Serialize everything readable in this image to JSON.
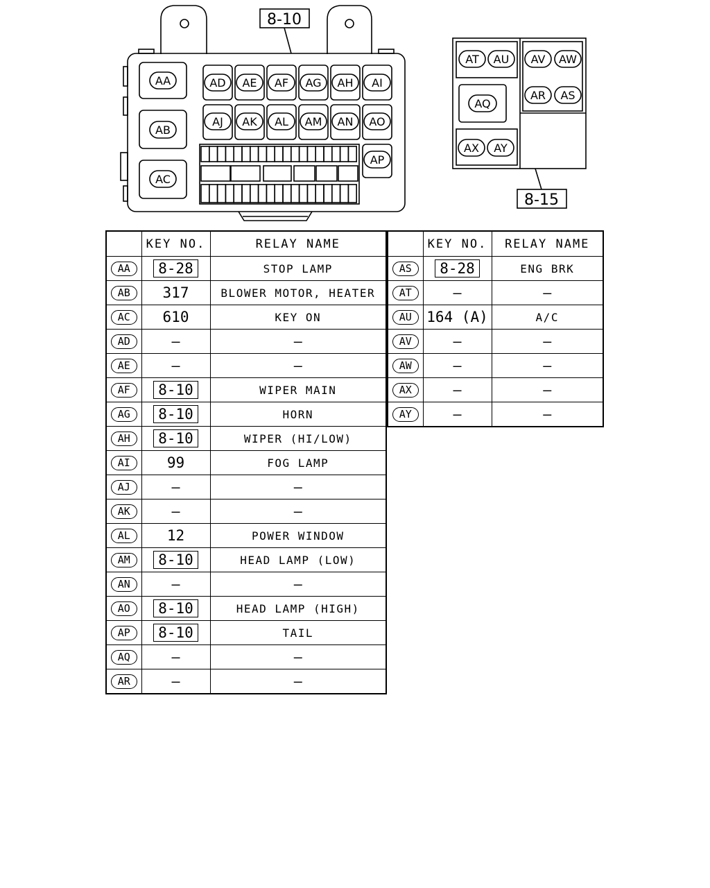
{
  "diagram": {
    "main_box_callout": "8-10",
    "aux_box_callout": "8-15",
    "main_box_labels": {
      "left_column": [
        "AA",
        "AB",
        "AC"
      ],
      "top_row": [
        "AD",
        "AE",
        "AF",
        "AG",
        "AH",
        "AI"
      ],
      "middle_row": [
        "AJ",
        "AK",
        "AL",
        "AM",
        "AN",
        "AO"
      ],
      "right_single": "AP"
    },
    "aux_box_labels": {
      "top_left": [
        "AT",
        "AU"
      ],
      "top_right": [
        "AV",
        "AW"
      ],
      "mid_right": [
        "AR",
        "AS"
      ],
      "center": "AQ",
      "bottom_left": [
        "AX",
        "AY"
      ]
    }
  },
  "table": {
    "headers": {
      "key_no": "KEY NO.",
      "relay_name": "RELAY NAME"
    },
    "left_rows": [
      {
        "code": "AA",
        "key": "8-28",
        "key_boxed": true,
        "name": "STOP LAMP"
      },
      {
        "code": "AB",
        "key": "317",
        "key_boxed": false,
        "name": "BLOWER MOTOR, HEATER"
      },
      {
        "code": "AC",
        "key": "610",
        "key_boxed": false,
        "name": "KEY ON"
      },
      {
        "code": "AD",
        "key": "—",
        "key_boxed": false,
        "name": "—"
      },
      {
        "code": "AE",
        "key": "—",
        "key_boxed": false,
        "name": "—"
      },
      {
        "code": "AF",
        "key": "8-10",
        "key_boxed": true,
        "name": "WIPER MAIN"
      },
      {
        "code": "AG",
        "key": "8-10",
        "key_boxed": true,
        "name": "HORN"
      },
      {
        "code": "AH",
        "key": "8-10",
        "key_boxed": true,
        "name": "WIPER (HI/LOW)"
      },
      {
        "code": "AI",
        "key": "99",
        "key_boxed": false,
        "name": "FOG LAMP"
      },
      {
        "code": "AJ",
        "key": "—",
        "key_boxed": false,
        "name": "—"
      },
      {
        "code": "AK",
        "key": "—",
        "key_boxed": false,
        "name": "—"
      },
      {
        "code": "AL",
        "key": "12",
        "key_boxed": false,
        "name": "POWER WINDOW"
      },
      {
        "code": "AM",
        "key": "8-10",
        "key_boxed": true,
        "name": "HEAD LAMP (LOW)"
      },
      {
        "code": "AN",
        "key": "—",
        "key_boxed": false,
        "name": "—"
      },
      {
        "code": "AO",
        "key": "8-10",
        "key_boxed": true,
        "name": "HEAD LAMP (HIGH)"
      },
      {
        "code": "AP",
        "key": "8-10",
        "key_boxed": true,
        "name": "TAIL"
      },
      {
        "code": "AQ",
        "key": "—",
        "key_boxed": false,
        "name": "—"
      },
      {
        "code": "AR",
        "key": "—",
        "key_boxed": false,
        "name": "—"
      }
    ],
    "right_rows": [
      {
        "code": "AS",
        "key": "8-28",
        "key_boxed": true,
        "name": "ENG BRK"
      },
      {
        "code": "AT",
        "key": "—",
        "key_boxed": false,
        "name": "—"
      },
      {
        "code": "AU",
        "key": "164 (A)",
        "key_boxed": false,
        "name": "A/C"
      },
      {
        "code": "AV",
        "key": "—",
        "key_boxed": false,
        "name": "—"
      },
      {
        "code": "AW",
        "key": "—",
        "key_boxed": false,
        "name": "—"
      },
      {
        "code": "AX",
        "key": "—",
        "key_boxed": false,
        "name": "—"
      },
      {
        "code": "AY",
        "key": "—",
        "key_boxed": false,
        "name": "—"
      }
    ]
  }
}
